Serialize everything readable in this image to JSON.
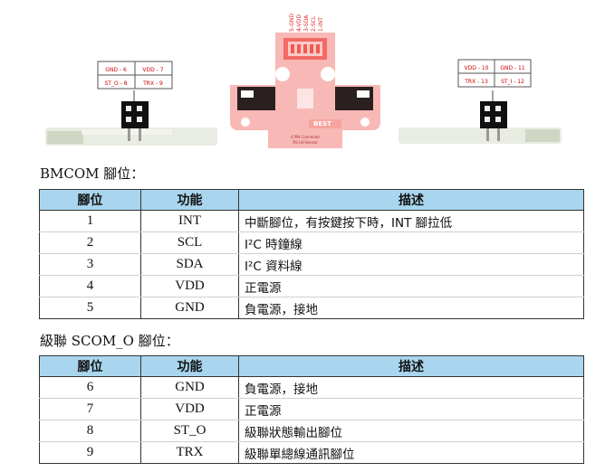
{
  "figure": {
    "left_labels": [
      "GND - 6",
      "VDD - 7",
      "ST_O - 8",
      "TRX - 9"
    ],
    "right_labels": [
      "VDD - 10",
      "GND - 11",
      "TRX - 13",
      "ST_I - 12"
    ],
    "header_pins": [
      "5-GND",
      "4-VDD",
      "3-SDA",
      "2-SCL",
      "1-INT"
    ],
    "brand": "BEST",
    "board_text_1": "4 PIN Connector",
    "board_text_2": "RS-UV-Sensor"
  },
  "bmcom": {
    "caption": "BMCOM 腳位：",
    "headers": [
      "腳位",
      "功能",
      "描述"
    ],
    "rows": [
      {
        "pin": "1",
        "func": "INT",
        "desc": "中斷腳位，有按鍵按下時，INT 腳拉低"
      },
      {
        "pin": "2",
        "func": "SCL",
        "desc": "I²C 時鐘線"
      },
      {
        "pin": "3",
        "func": "SDA",
        "desc": "I²C 資料線"
      },
      {
        "pin": "4",
        "func": "VDD",
        "desc": "正電源"
      },
      {
        "pin": "5",
        "func": "GND",
        "desc": "負電源，接地"
      }
    ]
  },
  "scom": {
    "caption": "級聯 SCOM_O 腳位：",
    "headers": [
      "腳位",
      "功能",
      "描述"
    ],
    "rows": [
      {
        "pin": "6",
        "func": "GND",
        "desc": "負電源，接地"
      },
      {
        "pin": "7",
        "func": "VDD",
        "desc": "正電源"
      },
      {
        "pin": "8",
        "func": "ST_O",
        "desc": "級聯狀態輸出腳位"
      },
      {
        "pin": "9",
        "func": "TRX",
        "desc": "級聯單總線通訊腳位"
      }
    ]
  }
}
